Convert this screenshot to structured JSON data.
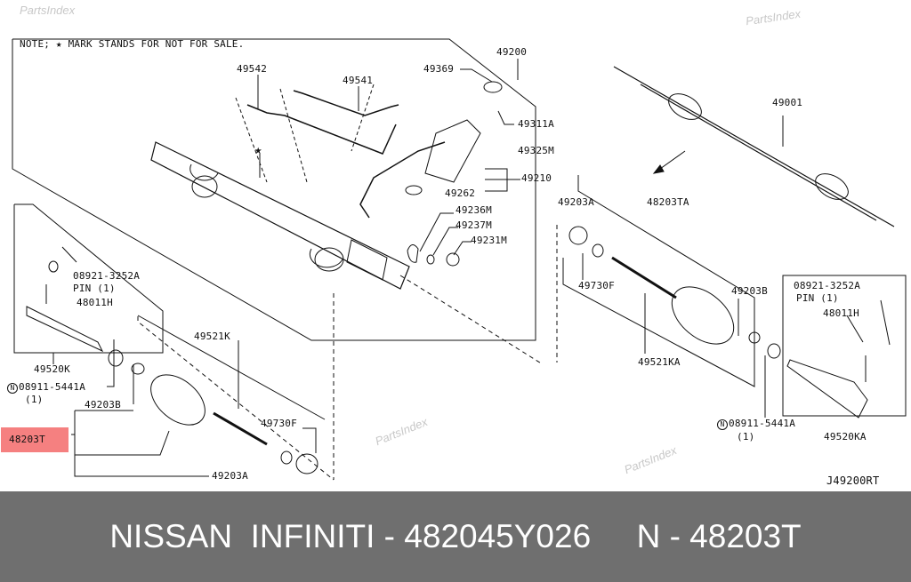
{
  "watermark": "PartsIndex",
  "note": "NOTE; ★ MARK STANDS FOR NOT FOR SALE.",
  "star": "★",
  "highlight_color": "#f58080",
  "labels": {
    "p49200": "49200",
    "p49542": "49542",
    "p49541": "49541",
    "p49369": "49369",
    "p49311A": "49311A",
    "p49325M": "49325M",
    "p49210": "49210",
    "p49262": "49262",
    "p49236M": "49236M",
    "p49237M": "49237M",
    "p49231M": "49231M",
    "p49001": "49001",
    "p49203A_r": "49203A",
    "p48203TA": "48203TA",
    "p49730F_r": "49730F",
    "p49203B_r": "49203B",
    "p49521KA": "49521KA",
    "p08921_r": "08921-3252A",
    "pin_r": "PIN (1)",
    "p48011H_r": "48011H",
    "p08921_l": "08921-3252A",
    "pin_l": "PIN (1)",
    "p48011H_l": "48011H",
    "p49520K": "49520K",
    "p08911_l": "08911-5441A",
    "qty_l": "(1)",
    "p49203B_l": "49203B",
    "p48203T": "48203T",
    "p49521K": "49521K",
    "p49730F_l": "49730F",
    "p49203A_l": "49203A",
    "p08911_r": "08911-5441A",
    "qty_r": "(1)",
    "p49520KA": "49520KA",
    "n_mark": "N",
    "diagram_code": "J49200RT"
  },
  "footer": "NISSAN  INFINITI - 482045Y026     N - 48203T"
}
